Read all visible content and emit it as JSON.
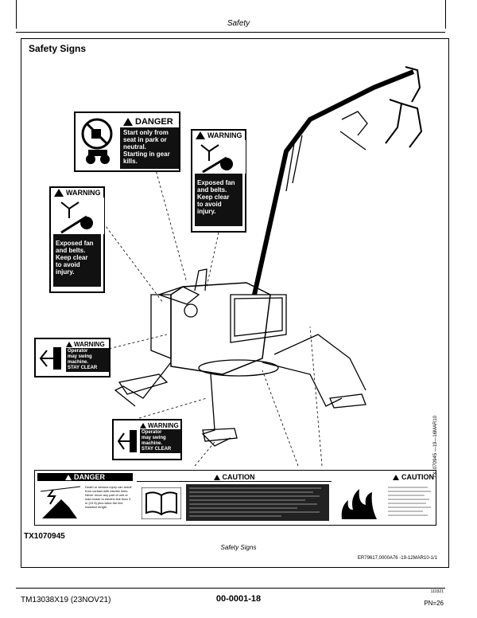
{
  "header": {
    "title": "Safety"
  },
  "section": {
    "title": "Safety Signs"
  },
  "signs": {
    "danger_seat": {
      "header": "DANGER",
      "line1": "Start only from",
      "line2": "seat in park or",
      "line3": "neutral.",
      "line4": "Starting in gear",
      "line5": "kills."
    },
    "warning_fan_right": {
      "header": "WARNING",
      "line1": "Exposed fan",
      "line2": "and belts.",
      "line3": "Keep clear",
      "line4": "to avoid",
      "line5": "injury."
    },
    "warning_fan_left": {
      "header": "WARNING",
      "line1": "Exposed fan",
      "line2": "and belts.",
      "line3": "Keep clear",
      "line4": "to avoid",
      "line5": "injury."
    },
    "warning_swing_upper": {
      "header": "WARNING",
      "line1": "Operator",
      "line2": "may swing",
      "line3": "machine.",
      "line4": "STAY CLEAR"
    },
    "warning_swing_lower": {
      "header": "WARNING",
      "line1": "Operator",
      "line2": "may swing",
      "line3": "machine.",
      "line4": "STAY CLEAR"
    },
    "bottom_danger": {
      "header": "DANGER",
      "text": "Death or serious injury can result from contact with electric lines. Never move any part of unit or load closer to electric line than 3 m (10 ft) plus twice the line insulator length."
    },
    "bottom_caution_center": {
      "header": "CAUTION"
    },
    "bottom_caution_right": {
      "header": "CAUTION"
    }
  },
  "figure": {
    "id": "TX1070945",
    "caption": "Safety Signs",
    "ref": "ER79617,0000A76 -19-12MAR10-1/1",
    "side_ref": "TX1070945 —19—16MAR10"
  },
  "footer": {
    "left": "TM13038X19 (23NOV21)",
    "center": "00-0001-18",
    "small": "110321",
    "page": "PN=26"
  }
}
